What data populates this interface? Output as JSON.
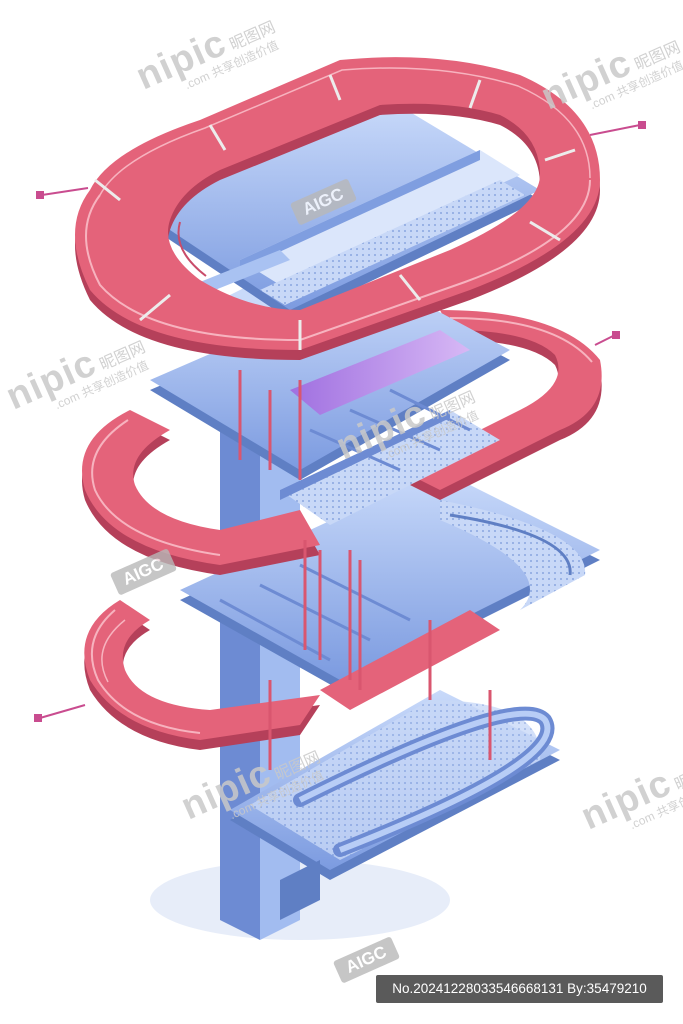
{
  "image": {
    "description_tag": "isometric cable tray tower",
    "colors": {
      "cable": "#e4637a",
      "cable_dark": "#b5405a",
      "cable_light": "#f29aa8",
      "tray": "#8fb1ea",
      "tray_dark": "#5f7fc4",
      "tray_light": "#c3d6f6",
      "post": "#7f9ee0",
      "purple": "#b37be0"
    }
  },
  "watermarks": {
    "brand": "nipic",
    "brand_cn": "昵图网",
    "dotcom": ".com",
    "slogan": "共享创造价值",
    "aigc": "AIGC"
  },
  "footer": {
    "id_text": "No.20241228033546668131 By:35479210"
  }
}
